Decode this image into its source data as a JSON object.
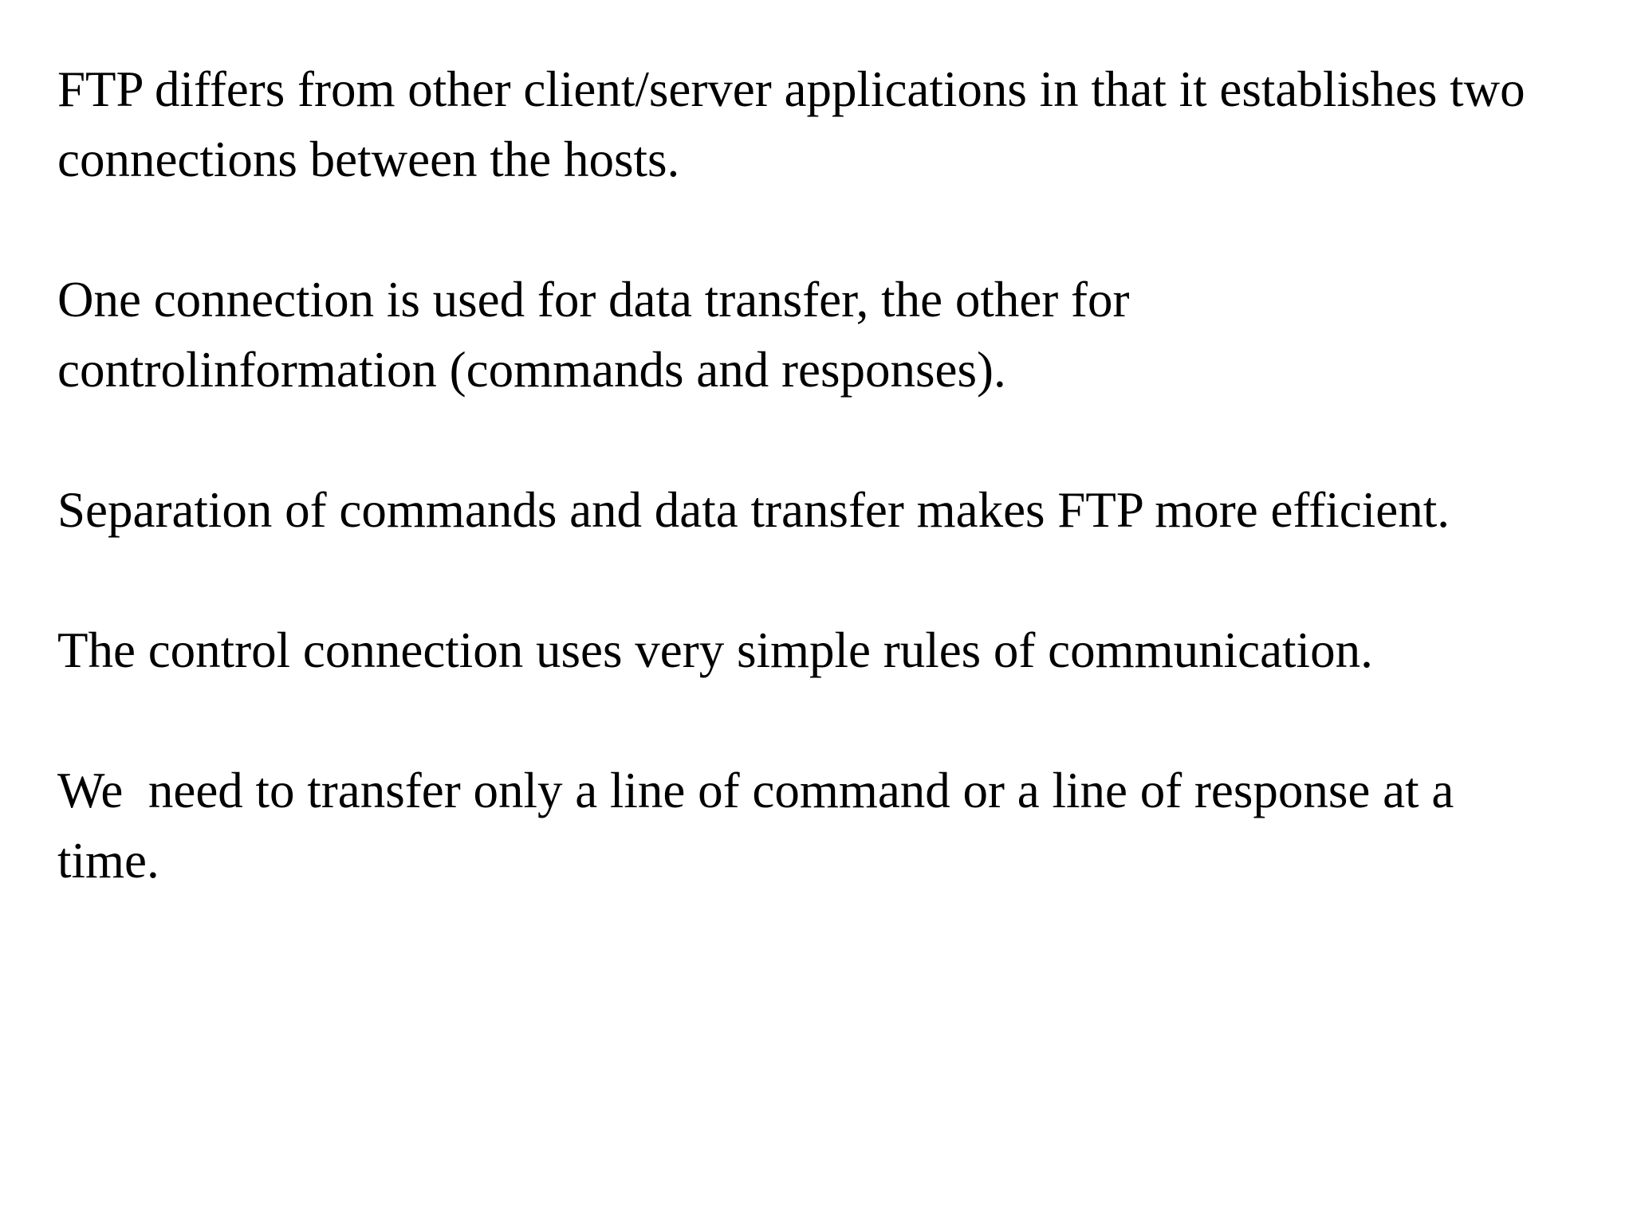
{
  "slide": {
    "background_color": "#ffffff",
    "text_color": "#000000",
    "paragraphs": [
      {
        "id": "ftp-two-connections",
        "text": "FTP differs from other client/server applications in that it establishes two connections between the hosts."
      },
      {
        "id": "data-and-control-connections",
        "text": "One connection is used for data transfer, the other for controlinformation (commands and responses)."
      },
      {
        "id": "separation-efficiency",
        "text": "Separation of commands and data transfer makes FTP more efficient."
      },
      {
        "id": "control-connection-rules",
        "text": "The control connection uses very simple rules of communication."
      },
      {
        "id": "line-at-a-time",
        "text": "We  need to transfer only a line of command or a line of response at a time."
      }
    ]
  }
}
